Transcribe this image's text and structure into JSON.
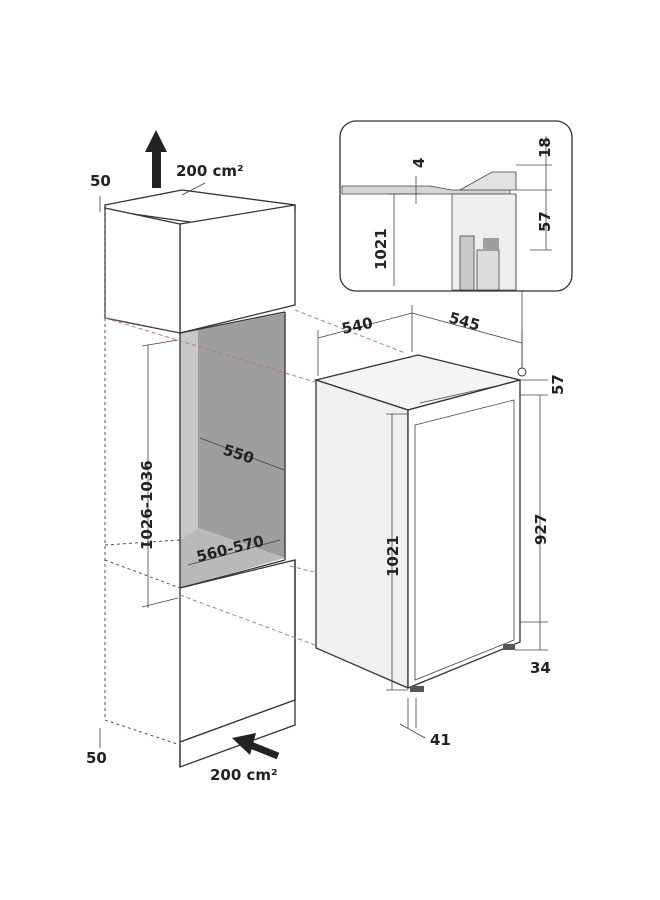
{
  "diagram": {
    "cabinet": {
      "vent_top": "200 cm²",
      "vent_bottom": "200 cm²",
      "gap_top": "50",
      "gap_bottom": "50",
      "niche_height": "1026-1036",
      "niche_depth": "550",
      "niche_width": "560-570"
    },
    "appliance": {
      "width": "540",
      "depth": "545",
      "height": "1021",
      "door_height": "927",
      "top_offset": "57",
      "bottom_offset": "34",
      "door_offset": "41"
    },
    "detail": {
      "dim_4": "4",
      "dim_18": "18",
      "dim_57": "57",
      "dim_1021": "1021"
    }
  },
  "colors": {
    "line": "#333333",
    "guide_dashed": "#c2737a",
    "niche_back": "#9e9e9e",
    "niche_floor": "#b9b9b9"
  }
}
